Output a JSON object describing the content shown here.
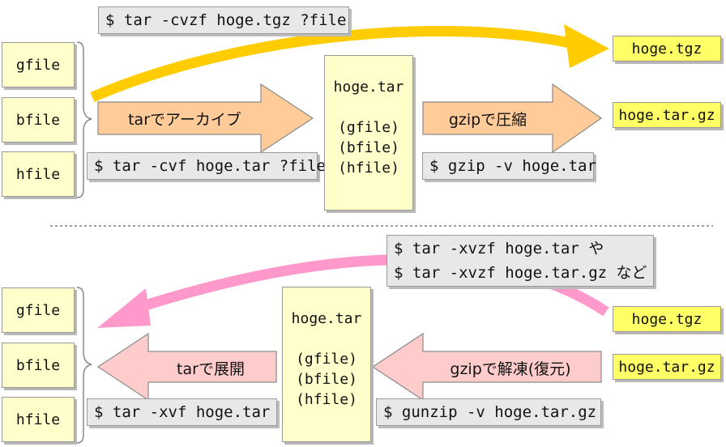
{
  "top": {
    "files": [
      "gfile",
      "bfile",
      "hfile"
    ],
    "combined_cmd": "$ tar -cvzf hoge.tgz ?file",
    "tar_arrow_label": "tarでアーカイブ",
    "tar_cmd": "$ tar -cvf hoge.tar ?file",
    "archive": {
      "name": "hoge.tar",
      "items": [
        "(gfile)",
        "(bfile)",
        "(hfile)"
      ]
    },
    "gzip_arrow_label": "gzipで圧縮",
    "gzip_cmd": "$ gzip -v hoge.tar",
    "out_tgz": "hoge.tgz",
    "out_targz": "hoge.tar.gz"
  },
  "bottom": {
    "files": [
      "gfile",
      "bfile",
      "hfile"
    ],
    "extract_cmd_line1": "$ tar -xvzf hoge.tar や",
    "extract_cmd_line2": "$ tar -xvzf hoge.tar.gz など",
    "untar_arrow_label": "tarで展開",
    "untar_cmd": "$ tar -xvf hoge.tar",
    "archive": {
      "name": "hoge.tar",
      "items": [
        "(gfile)",
        "(bfile)",
        "(hfile)"
      ]
    },
    "gunzip_arrow_label": "gzipで解凍(復元)",
    "gunzip_cmd": "$ gunzip -v hoge.tar.gz",
    "in_tgz": "hoge.tgz",
    "in_targz": "hoge.tar.gz"
  },
  "colors": {
    "file_fill": "#ffffcc",
    "output_fill": "#ffff66",
    "command_fill": "#e8e8e8",
    "compress_arrow": "#ffcc99",
    "decompress_arrow": "#ffcccc",
    "curve_top": "#ffcc00",
    "curve_bottom": "#ff99cc"
  }
}
